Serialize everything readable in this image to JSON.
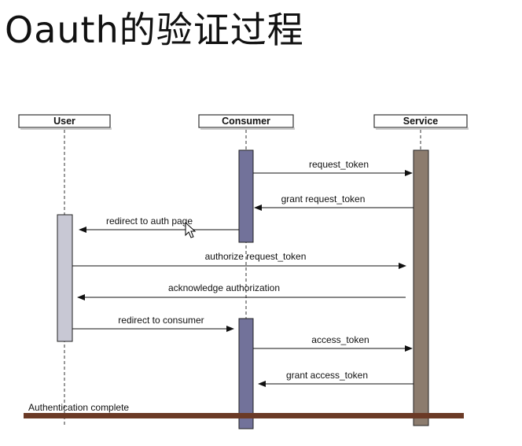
{
  "title": "Oauth的验证过程",
  "actors": [
    {
      "id": "user",
      "label": "User"
    },
    {
      "id": "consumer",
      "label": "Consumer"
    },
    {
      "id": "service",
      "label": "Service"
    }
  ],
  "messages": [
    {
      "label": "request_token"
    },
    {
      "label": "grant request_token"
    },
    {
      "label": "redirect to auth page"
    },
    {
      "label": "authorize request_token"
    },
    {
      "label": "acknowledge authorization"
    },
    {
      "label": "redirect to consumer"
    },
    {
      "label": "access_token"
    },
    {
      "label": "grant access_token"
    }
  ],
  "footer_note": "Authentication complete",
  "colors": {
    "user_activation": "#c8c8d4",
    "consumer_activation": "#72729a",
    "service_activation": "#8c7c6e",
    "footer_bar": "#6b3a26"
  }
}
